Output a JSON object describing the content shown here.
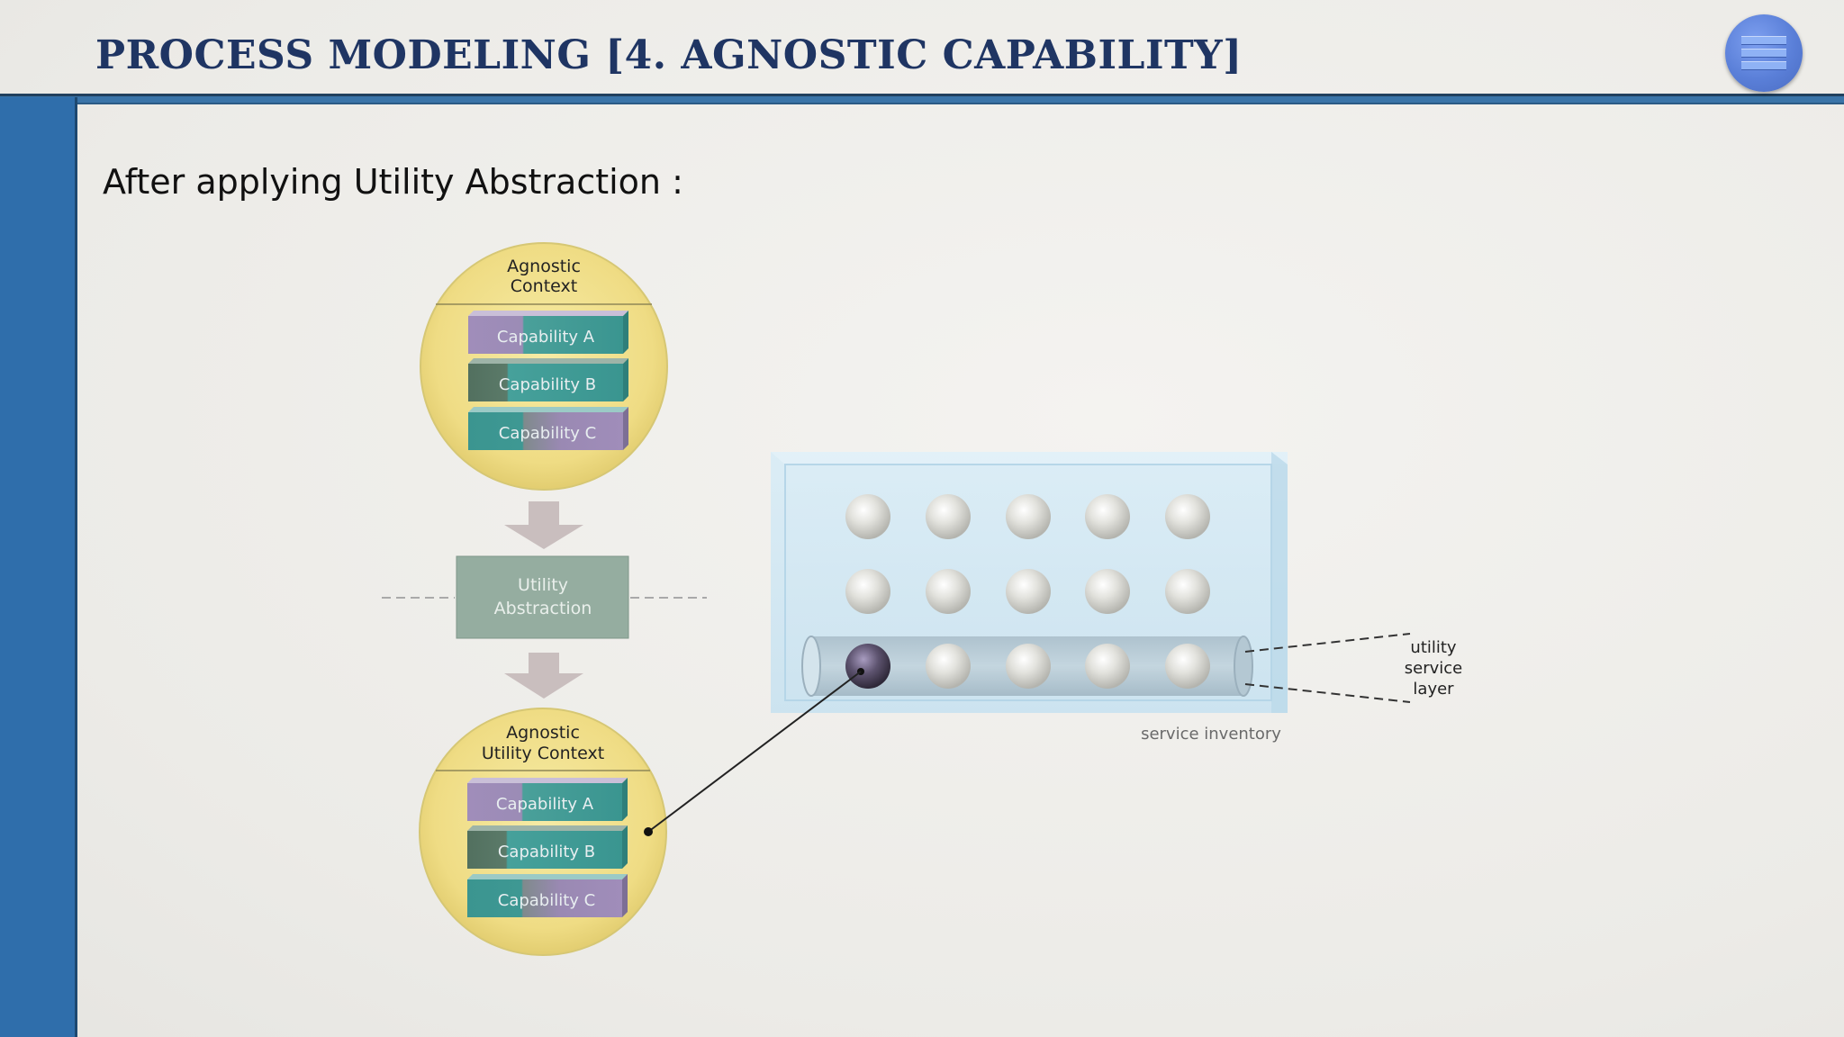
{
  "slide": {
    "title": "PROCESS MODELING [4. AGNOSTIC CAPABILITY]",
    "subtitle": "After applying Utility Abstraction :"
  },
  "menu_button": {
    "icon": "hamburger-menu-icon",
    "color": "#5a7fd8"
  },
  "diagram": {
    "top_context": {
      "title_line1": "Agnostic",
      "title_line2": "Context",
      "capabilities": [
        "Capability A",
        "Capability B",
        "Capability C"
      ]
    },
    "process_box": {
      "line1": "Utility",
      "line2": "Abstraction"
    },
    "bottom_context": {
      "title_line1": "Agnostic",
      "title_line2": "Utility Context",
      "capabilities": [
        "Capability A",
        "Capability B",
        "Capability C"
      ]
    },
    "inventory": {
      "label": "service inventory",
      "layer_label_line1": "utility",
      "layer_label_line2": "service",
      "layer_label_line3": "layer"
    },
    "colors": {
      "circle_fill": "#f0df8a",
      "capability_teal": "#3e9994",
      "capability_purple": "#9d88b5",
      "process_box": "#95ada0",
      "arrow": "#c8bcbc",
      "inventory_glass": "#cfe6f3"
    }
  }
}
